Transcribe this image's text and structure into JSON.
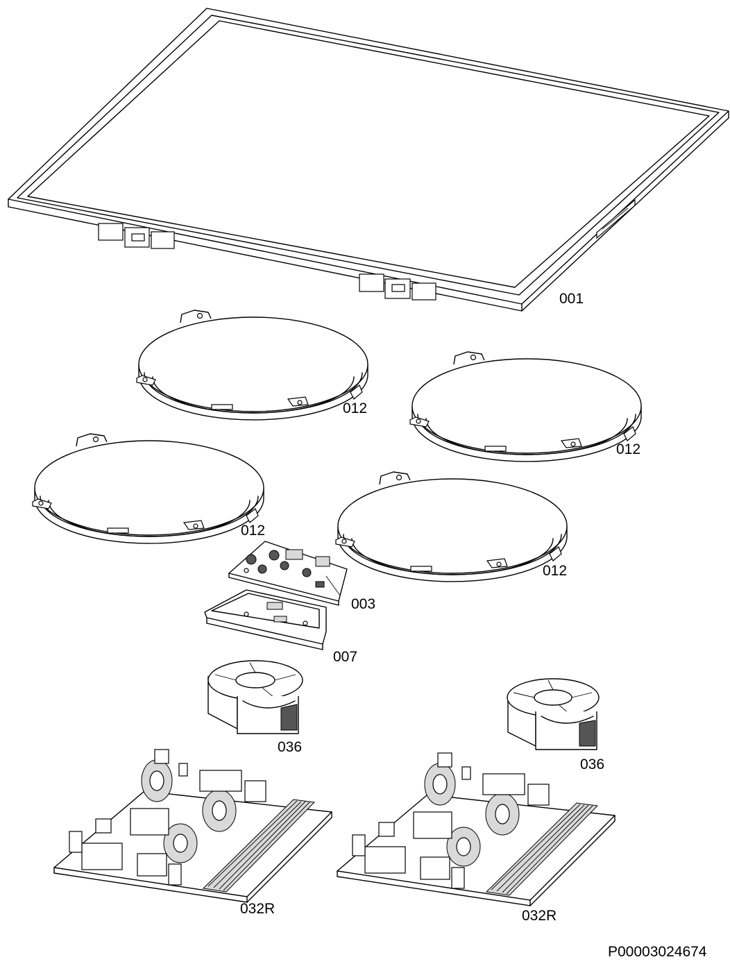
{
  "labels": {
    "glass_top": "001",
    "hob_coil_1": "012",
    "hob_coil_2": "012",
    "hob_coil_3": "012",
    "hob_coil_4": "012",
    "control_board": "003",
    "board_housing": "007",
    "fan_left": "036",
    "fan_right": "036",
    "power_board_left": "032R",
    "power_board_right": "032R"
  },
  "document_id": "P00003024674"
}
